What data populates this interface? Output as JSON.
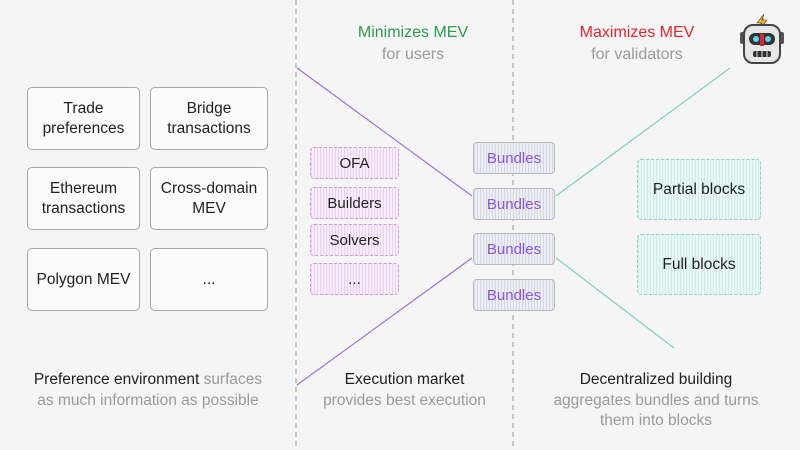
{
  "header_min": {
    "title": "Minimizes MEV",
    "subtitle": "for users"
  },
  "header_max": {
    "title": "Maximizes MEV",
    "subtitle": "for validators"
  },
  "preference_boxes": [
    {
      "line1": "Trade",
      "line2": "preferences"
    },
    {
      "line1": "Bridge",
      "line2": "transactions"
    },
    {
      "line1": "Ethereum",
      "line2": "transactions"
    },
    {
      "line1": "Cross-domain",
      "line2": "MEV"
    },
    {
      "line1": "Polygon MEV",
      "line2": ""
    },
    {
      "line1": "...",
      "line2": ""
    }
  ],
  "execution_market_boxes": [
    "OFA",
    "Builders",
    "Solvers",
    "..."
  ],
  "bundles": [
    "Bundles",
    "Bundles",
    "Bundles",
    "Bundles"
  ],
  "block_boxes": [
    "Partial blocks",
    "Full blocks"
  ],
  "captions": {
    "preference": {
      "dark": "Preference environment",
      "gray_inline": "surfaces",
      "gray_line2": "as much information as possible"
    },
    "execution": {
      "dark": "Execution market",
      "gray": "provides best execution"
    },
    "building": {
      "dark": "Decentralized building",
      "gray1": "aggregates bundles and turns",
      "gray2": "them into blocks"
    }
  },
  "colors": {
    "minimize": "#2d9a4e",
    "maximize": "#e3262e",
    "bundle_text": "#8a57d6",
    "purple_line": "#9b72d6",
    "teal_line": "#7fcfc2",
    "divider": "#8a9a9a"
  },
  "icons": {
    "mascot": "robot-icon"
  }
}
